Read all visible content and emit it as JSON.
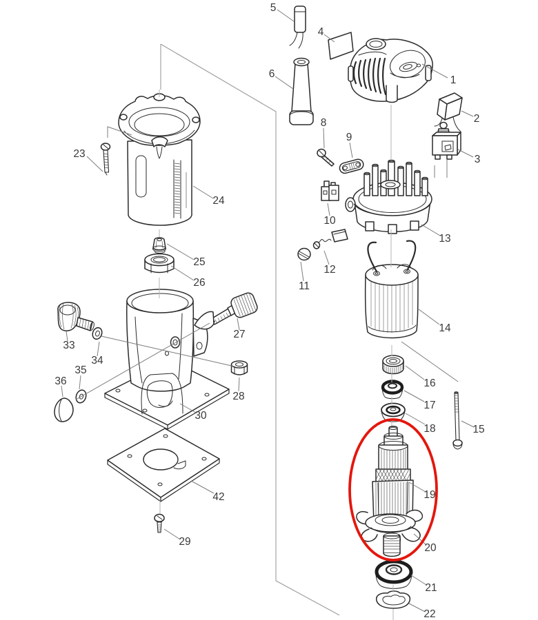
{
  "diagram": {
    "kind": "exploded-parts-diagram",
    "highlight": {
      "color": "#e3170d",
      "shape": "ellipse",
      "encircled_labels": [
        "19",
        "20"
      ]
    },
    "labels": {
      "n1": "1",
      "n2": "2",
      "n3": "3",
      "n4": "4",
      "n5": "5",
      "n6": "6",
      "n8": "8",
      "n9": "9",
      "n10": "10",
      "n11": "11",
      "n12": "12",
      "n13": "13",
      "n14": "14",
      "n15": "15",
      "n16": "16",
      "n17": "17",
      "n18": "18",
      "n19": "19",
      "n20": "20",
      "n21": "21",
      "n22": "22",
      "n23": "23",
      "n24": "24",
      "n25": "25",
      "n26": "26",
      "n27": "27",
      "n28": "28",
      "n29": "29",
      "n30": "30",
      "n33": "33",
      "n34": "34",
      "n35": "35",
      "n36": "36",
      "n42": "42"
    }
  }
}
